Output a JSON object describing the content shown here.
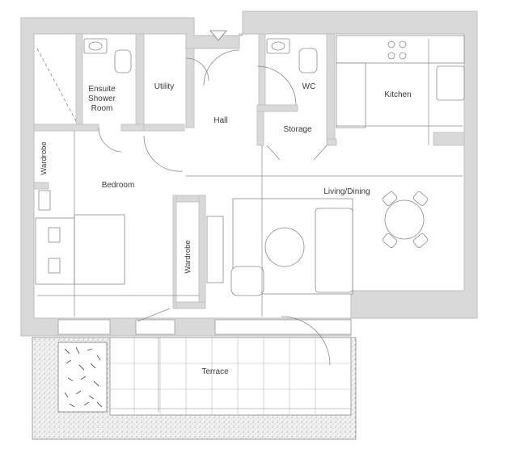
{
  "floorplan": {
    "rooms": {
      "ensuite": [
        "Ensuite",
        "Shower",
        "Room"
      ],
      "utility": "Utility",
      "hall": "Hall",
      "wc": "WC",
      "kitchen": "Kitchen",
      "storage": "Storage",
      "wardrobe_top": "Wardrobe",
      "bedroom": "Bedroom",
      "living_dining": "Living/Dining",
      "wardrobe_bottom": "Wardrobe",
      "terrace": "Terrace"
    }
  },
  "colors": {
    "wall": "#d9d9d9",
    "wall_edge": "#bdbdbd",
    "line": "#7a7a7a",
    "terrace_fill": "#e9e9e9"
  }
}
